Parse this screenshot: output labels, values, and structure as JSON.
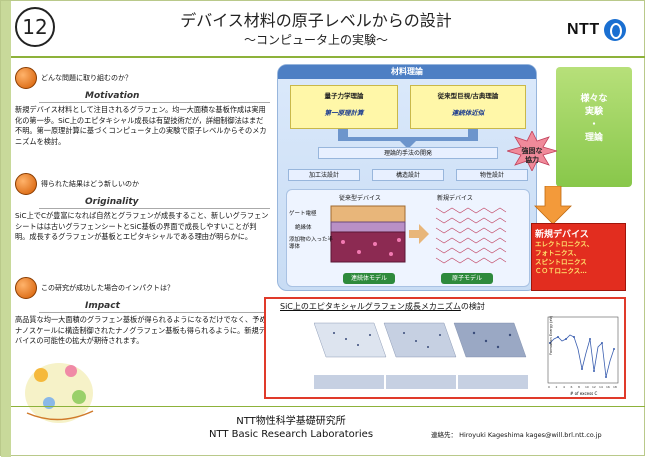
{
  "header": {
    "number": "12",
    "title": "デバイス材料の原子レベルからの設計",
    "subtitle": "～コンピュータ上の実験～",
    "logo_text": "NTT"
  },
  "sections": [
    {
      "question": "どんな問題に取り組むのか？",
      "heading": "Motivation",
      "body": "新規デバイス材料として注目されるグラフェン。均一大面積な基板作成は実用化の第一歩。SiC上のエピタキシャル成長は有望技術だが，詳細制御法はまだ不明。第一原理計算に基づくコンピュータ上の実験で原子レベルからそのメカニズムを検討。"
    },
    {
      "question": "得られた結果はどう新しいのか",
      "heading": "Originality",
      "body": "SiC上でCが豊富になれば自然とグラフェンが成長すること、新しいグラフェンシートはは古いグラフェンシートとSiC基板の界面で成長しやすいことが判明。成長するグラフェンが基板とエピタキシャルである理由が明らかに。"
    },
    {
      "question": "この研究が成功した場合のインパクトは？",
      "heading": "Impact",
      "body": "高品質な均一大面積のグラフェン基板が得られるようになるだけでなく、予めナノスケールに構造制御されたナノグラフェン基板も得られるように。新規デバイスの可能性の拡大が期待されます。"
    }
  ],
  "diagram": {
    "title": "材料理論",
    "box1_title": "量子力学理論",
    "box1_sub": "第一原理計算",
    "box2_title": "従来型巨視/古典理論",
    "box2_sub": "連続体近似",
    "dev_label": "理論的手法の開発",
    "steps": [
      "加工法設計",
      "構造設計",
      "物性設計"
    ],
    "conventional_label": "従来型デバイス",
    "new_label": "新規デバイス",
    "layer_labels": [
      "ゲート電極",
      "絶縁体",
      "添加物の入った半導体"
    ],
    "model_left": "連続体モデル",
    "model_right": "原子モデル"
  },
  "side": {
    "green_text": [
      "様々な",
      "実験",
      "・",
      "理論"
    ],
    "star_text": [
      "強固な",
      "協力"
    ],
    "red_title": "新規デバイス",
    "red_items": [
      "エレクトロニクス、",
      "フォトニクス、",
      "スピントロニクス",
      "ＣＯＴロニクス…"
    ]
  },
  "lower": {
    "title_underlined": "SiC上のエピタキシャルグラフェン成長メカニズム",
    "title_rest": "の検討",
    "graph_ylabel": "Formation Energy (eV)",
    "graph_xlabel": "# of excess C",
    "graph_xticks": [
      "0",
      "2",
      "4",
      "6",
      "8",
      "10",
      "12",
      "14",
      "16",
      "18"
    ]
  },
  "footer": {
    "org_jp": "NTT物性科学基礎研究所",
    "org_en": "NTT Basic Research Laboratories",
    "contact_label": "連絡先：",
    "contact_value": "Hiroyuki Kageshima  kages@will.brl.ntt.co.jp"
  },
  "colors": {
    "accent_green": "#8db23a",
    "diagram_blue": "#4d7fc4",
    "alert_red": "#e22d1f"
  }
}
